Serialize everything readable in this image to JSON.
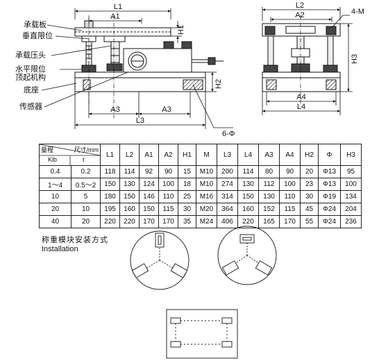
{
  "labels": {
    "load_plate": "承载板",
    "vertical_limit": "垂直限位",
    "load_head": "承载压头",
    "horizontal_limit": "水平限位",
    "jack_mechanism": "顶起机构",
    "base": "底座",
    "sensor": "传感器"
  },
  "dims": {
    "L1": "L1",
    "A1": "A1",
    "H1": "H1",
    "H2": "H2",
    "A3": "A3",
    "L3": "L3",
    "holes": "6-Φ",
    "L2": "L2",
    "A2": "A2",
    "M4": "4-M",
    "H3": "H3",
    "A4": "A4",
    "L4": "L4"
  },
  "table": {
    "corner_top": "量程",
    "corner_unit": "尺寸/mm",
    "sub_klb": "Klb",
    "sub_t": "t",
    "headers": [
      "L1",
      "L2",
      "A1",
      "A2",
      "H1",
      "M",
      "L3",
      "L4",
      "A3",
      "A4",
      "H2",
      "Φ",
      "H3"
    ],
    "rows": [
      {
        "klb": "0.4",
        "t": "0.2",
        "cells": [
          "118",
          "114",
          "92",
          "90",
          "15",
          "M10",
          "200",
          "114",
          "80",
          "90",
          "20",
          "Φ13",
          "95"
        ]
      },
      {
        "klb": "1～4",
        "t": "0.5～2",
        "cells": [
          "150",
          "130",
          "124",
          "100",
          "18",
          "M10",
          "274",
          "130",
          "112",
          "100",
          "23",
          "Φ13",
          "100"
        ]
      },
      {
        "klb": "10",
        "t": "5",
        "cells": [
          "180",
          "150",
          "146",
          "110",
          "25",
          "M16",
          "314",
          "150",
          "130",
          "110",
          "30",
          "Φ19",
          "134"
        ]
      },
      {
        "klb": "20",
        "t": "10",
        "cells": [
          "195",
          "160",
          "150",
          "115",
          "30",
          "M20",
          "364",
          "160",
          "152",
          "115",
          "45",
          "Φ24",
          "204"
        ]
      },
      {
        "klb": "40",
        "t": "20",
        "cells": [
          "220",
          "220",
          "170",
          "170",
          "35",
          "M24",
          "406",
          "220",
          "165",
          "170",
          "55",
          "Φ24",
          "236"
        ]
      }
    ]
  },
  "install": {
    "title_cn": "称重模块安装方式",
    "title_en": "Installation"
  }
}
